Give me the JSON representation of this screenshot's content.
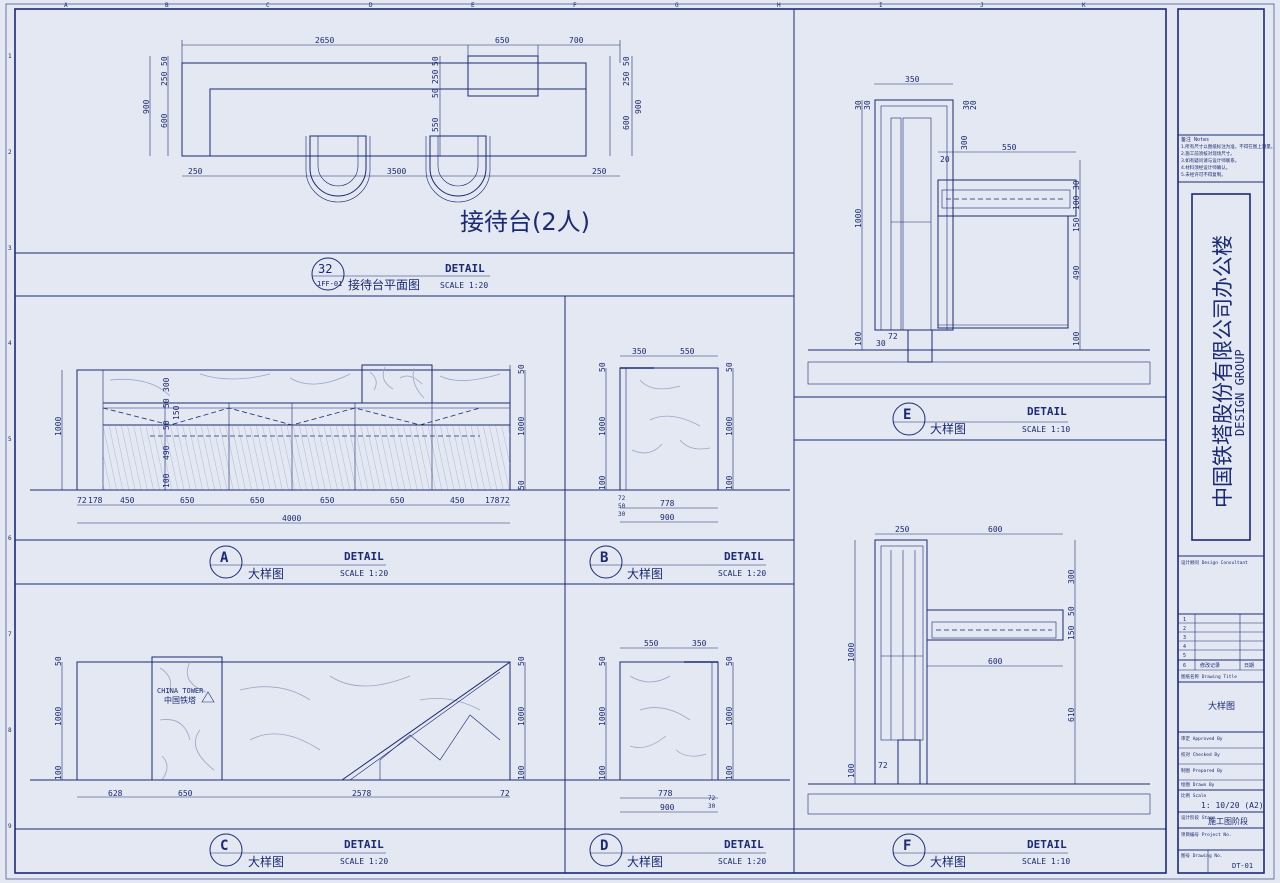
{
  "colors": {
    "paper": "#e3e8f2",
    "ink": "#1b2a72",
    "vein": "#9aa6c8"
  },
  "border": {
    "cols": [
      "A",
      "B",
      "C",
      "D",
      "E",
      "F",
      "G",
      "H",
      "I",
      "J",
      "K"
    ],
    "rows": [
      "1",
      "2",
      "3",
      "4",
      "5",
      "6",
      "7",
      "8",
      "9"
    ]
  },
  "plan": {
    "title_cn": "接待台(2人)",
    "dims_top": [
      "2650",
      "650",
      "700"
    ],
    "dims_bottom": [
      "250",
      "3500",
      "250"
    ],
    "dims_left": [
      "50",
      "250",
      "900",
      "600"
    ],
    "dims_mid": [
      "50",
      "250",
      "550",
      "50"
    ],
    "dims_right": [
      "50",
      "250",
      "900",
      "600"
    ],
    "detail": {
      "number": "32",
      "sheet": "1FF-01",
      "word": "DETAIL",
      "name": "接待台平面图",
      "scale": "SCALE 1:20"
    }
  },
  "elev_a": {
    "dims_bottom": [
      "72",
      "178",
      "450",
      "650",
      "650",
      "650",
      "650",
      "450",
      "178",
      "72"
    ],
    "dim_total": "4000",
    "dims_left": [
      "1000"
    ],
    "dims_inner": [
      "300",
      "150",
      "50",
      "50",
      "490",
      "100"
    ],
    "dims_right": [
      "50",
      "1000",
      "50"
    ],
    "detail": {
      "letter": "A",
      "word": "DETAIL",
      "name": "大样图",
      "scale": "SCALE 1:20"
    }
  },
  "elev_b": {
    "dims_top": [
      "350",
      "550"
    ],
    "dims_bottom": [
      "778",
      "900"
    ],
    "dims_small": [
      "72",
      "50",
      "30"
    ],
    "dims_left": [
      "50",
      "1000",
      "100"
    ],
    "dims_right": [
      "50",
      "1000",
      "100"
    ],
    "detail": {
      "letter": "B",
      "word": "DETAIL",
      "name": "大样图",
      "scale": "SCALE 1:20"
    }
  },
  "elev_c": {
    "dims_bottom": [
      "628",
      "650",
      "2578",
      "72"
    ],
    "dims_left": [
      "50",
      "1000",
      "100"
    ],
    "dims_right": [
      "50",
      "1000",
      "100"
    ],
    "logo_en": "CHINA TOWER",
    "logo_cn": "中国铁塔",
    "detail": {
      "letter": "C",
      "word": "DETAIL",
      "name": "大样图",
      "scale": "SCALE 1:20"
    }
  },
  "elev_d": {
    "dims_top": [
      "550",
      "350"
    ],
    "dims_bottom": [
      "778",
      "900"
    ],
    "dims_small": [
      "72",
      "30"
    ],
    "dims_left": [
      "50",
      "1000",
      "100"
    ],
    "dims_right": [
      "50",
      "1000",
      "100"
    ],
    "detail": {
      "letter": "D",
      "word": "DETAIL",
      "name": "大样图",
      "scale": "SCALE 1:20"
    }
  },
  "section_e": {
    "dims_top": [
      "350",
      "550"
    ],
    "dims_left": [
      "30",
      "30",
      "1000",
      "100"
    ],
    "dims_mid": [
      "30",
      "20",
      "300",
      "20",
      "72",
      "30"
    ],
    "dims_right": [
      "30",
      "100",
      "150",
      "490",
      "100"
    ],
    "detail": {
      "letter": "E",
      "word": "DETAIL",
      "name": "大样图",
      "scale": "SCALE 1:10"
    }
  },
  "section_f": {
    "dims_top": [
      "250",
      "600"
    ],
    "dims_mid": [
      "600"
    ],
    "dims_left": [
      "1000",
      "100",
      "72"
    ],
    "dims_right": [
      "300",
      "50",
      "150",
      "610"
    ],
    "detail": {
      "letter": "F",
      "word": "DETAIL",
      "name": "大样图",
      "scale": "SCALE 1:10"
    }
  },
  "title_block": {
    "notes_head": "备注 Notes",
    "notes": [
      "1.所有尺寸以图纸标注为准，不得在图上测量。",
      "2.施工前须核对现场尺寸。",
      "3.如有疑问请与设计师联系。",
      "4.材料须经设计师确认。",
      "5.未经许可不得复制。"
    ],
    "company_cn": "中国铁塔股份有限公司办公楼",
    "company_en": "DESIGN GROUP",
    "consultant_label": "设计顾问 Design Consultant",
    "rev_marks": [
      "1",
      "2",
      "3",
      "4",
      "5",
      "6"
    ],
    "rev_headers": [
      "修改记录",
      "日期"
    ],
    "drawing_title_label": "图纸名称 Drawing Title",
    "drawing_title": "大样图",
    "approved_label": "审定 Approved By",
    "checked_label": "校对 Checked By",
    "prepared_label": "制图 Prepared By",
    "drawn_label": "绘图 Drawn By",
    "scale_label": "比例 Scale",
    "scale_value": "1: 10/20 (A2)",
    "stage_label": "设计阶段 Stage",
    "stage_value": "施工图阶段",
    "project_no_label": "项目编号 Project No.",
    "drawing_no_label": "图号 Drawing No.",
    "drawing_no": "DT-01"
  }
}
